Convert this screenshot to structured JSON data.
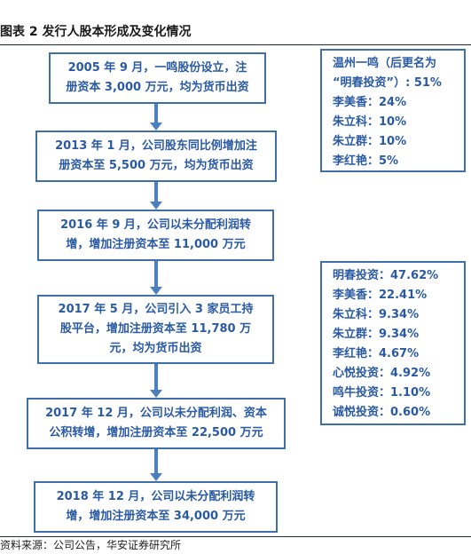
{
  "title": "图表 2  发行人股本形成及变化情况",
  "stages": [
    {
      "lines": [
        "2005 年 9 月，一鸣股份设立，注",
        "册资本 3,000 万元，均为货币出资"
      ]
    },
    {
      "lines": [
        "2013 年 1 月，公司股东同比例增加注",
        "册资本至 5,500 万元，均为货币出资"
      ]
    },
    {
      "lines": [
        "2016 年 9 月，公司以未分配利润转",
        "增，增加注册资本至 11,000 万元"
      ]
    },
    {
      "lines": [
        "2017 年 5 月，公司引入 3 家员工持",
        "股平台，增加注册资本至 11,780 万",
        "元，均为货币出资"
      ]
    },
    {
      "lines": [
        "2017 年 12 月，公司以未分配利润、资本",
        "公积转增，增加注册资本至 22,500 万元"
      ]
    },
    {
      "lines": [
        "2018 年 12 月，公司以未分配利润转",
        "增，增加注册资本至 34,000 万元"
      ]
    }
  ],
  "shareholders_2005": [
    "温州一鸣（后更名为",
    "“明春投资”）: 51%",
    "李美香：24%",
    "朱立科：10%",
    "朱立群：10%",
    "李红艳：5%"
  ],
  "shareholders_2017": [
    "明春投资：47.62%",
    "李美香：22.41%",
    "朱立科：9.34%",
    "朱立群：9.34%",
    "李红艳：4.67%",
    "心悦投资：4.92%",
    "鸣牛投资：1.10%",
    "诚悦投资：0.60%"
  ],
  "source": "资料来源：公司公告，华安证券研究所"
}
